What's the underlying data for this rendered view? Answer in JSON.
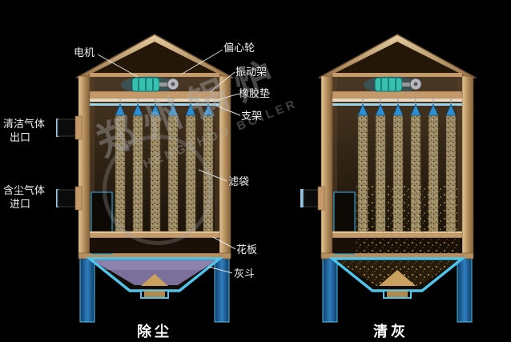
{
  "labels": {
    "motor": "电机",
    "eccentric_wheel": "偏心轮",
    "vibration_frame": "振动架",
    "rubber_pad": "橡胶垫",
    "bracket": "支架",
    "clean_gas_line1": "清洁气体",
    "clean_gas_line2": "出口",
    "dusty_gas_line1": "含尘气体",
    "dusty_gas_line2": "进口",
    "filter_bag": "滤袋",
    "tube_sheet": "花板",
    "ash_hopper": "灰斗"
  },
  "captions": {
    "left_mode": "除尘",
    "right_mode": "清灰"
  },
  "watermark": {
    "cn": "郑州锅炉",
    "en": "ZHENGZHOU BOILER"
  },
  "colors": {
    "background": "#000000",
    "accent_cyan": "#4fc4ea",
    "wall_tan": "#c49a6a",
    "leg_blue": "#2f7fc0",
    "bag_top_blue": "#2e8fd0",
    "hopper_dust_purple": "#7b6f9c",
    "dust_tan": "#caa15e",
    "motor_teal": "#35c0b0"
  }
}
